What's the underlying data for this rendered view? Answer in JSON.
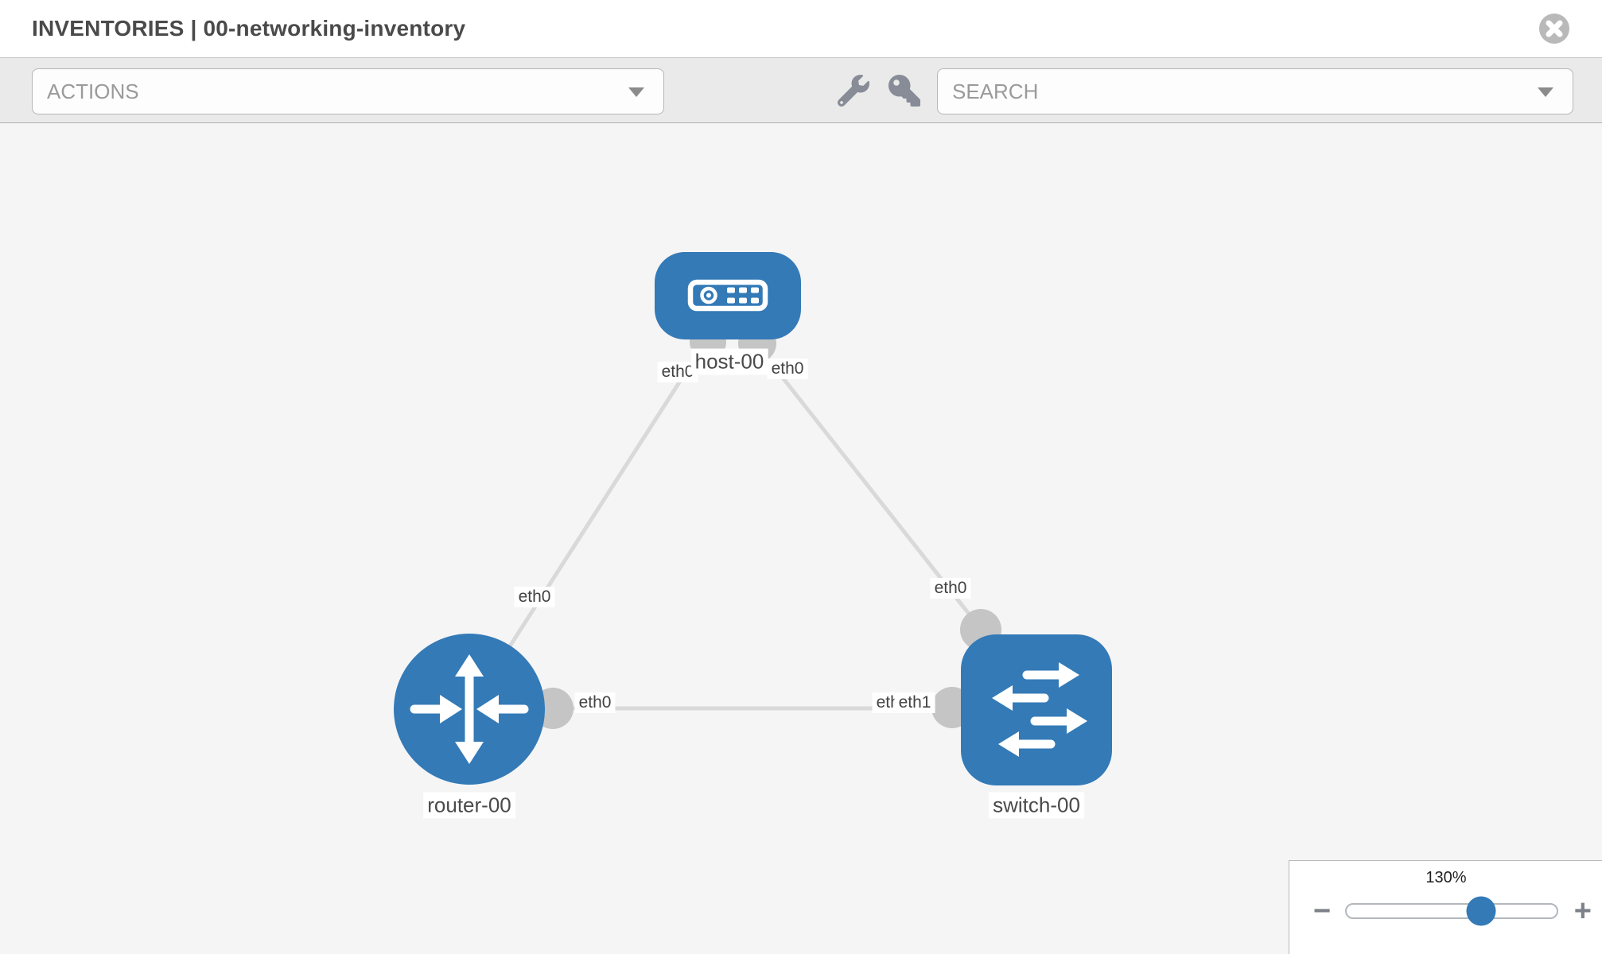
{
  "header": {
    "title": "INVENTORIES | 00-networking-inventory"
  },
  "toolbar": {
    "actions_label": "ACTIONS",
    "search_placeholder": "SEARCH",
    "icons": [
      "wrench-icon",
      "key-icon"
    ]
  },
  "topology": {
    "nodes": [
      {
        "label": "host-00",
        "type": "host"
      },
      {
        "label": "router-00",
        "type": "router"
      },
      {
        "label": "switch-00",
        "type": "switch"
      }
    ],
    "links": [
      {
        "from": "host-00",
        "from_if": "eth0",
        "to": "router-00",
        "to_if": "eth0"
      },
      {
        "from": "host-00",
        "from_if": "eth0",
        "to": "switch-00",
        "to_if": "eth0"
      },
      {
        "from": "router-00",
        "from_if": "eth0",
        "to": "switch-00",
        "to_if": "eth1",
        "to_if_overlapped": "eth0"
      }
    ]
  },
  "zoom_control": {
    "level": "130%",
    "percent": 130,
    "minus_label": "−",
    "plus_label": "+"
  },
  "colors": {
    "node_blue": "#337ab7",
    "link_gray": "#d9d9d9",
    "connector_gray": "#c5c5c5",
    "canvas_bg": "#f5f5f6",
    "toolbar_bg": "#eaeaea",
    "title_text": "#4a4a4a",
    "muted_text": "#9a9a9a"
  }
}
